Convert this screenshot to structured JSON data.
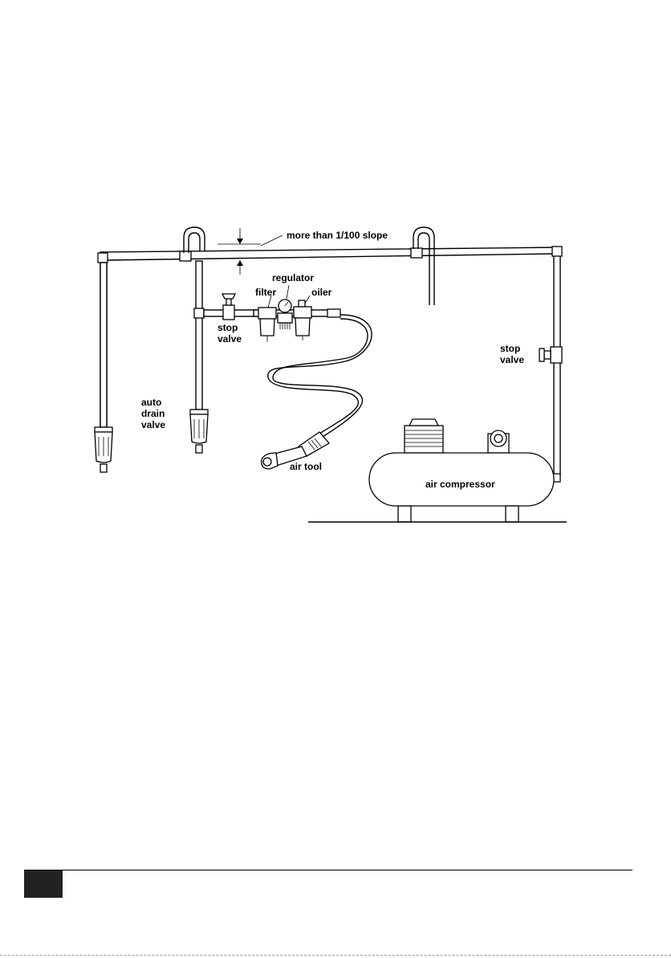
{
  "diagram": {
    "labels": {
      "slope": "more than 1/100 slope",
      "regulator": "regulator",
      "filter": "filter",
      "oiler": "oiler",
      "stop_valve_left": [
        "stop",
        "valve"
      ],
      "stop_valve_right": [
        "stop",
        "valve"
      ],
      "auto_drain_valve": [
        "auto",
        "drain",
        "valve"
      ],
      "air_tool": "air tool",
      "air_compressor": "air compressor"
    }
  },
  "colors": {
    "ink": "#000000",
    "page": "#ffffff",
    "tab": "#222222"
  }
}
